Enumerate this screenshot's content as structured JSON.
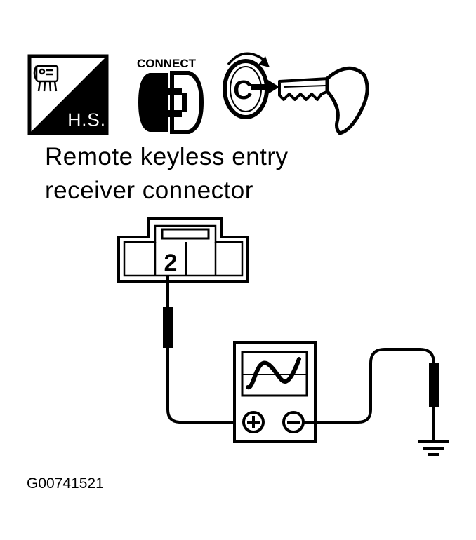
{
  "icons": {
    "hs_label": "H.S.",
    "connect_label": "CONNECT",
    "ignition_symbol": "C",
    "hs_icon": "hand-tester-hs-icon",
    "connect_icon": "connector-connected-icon",
    "key_icon": "ignition-key-icon"
  },
  "caption": {
    "line1": "Remote keyless entry",
    "line2": "receiver connector"
  },
  "connector": {
    "terminal_label": "2"
  },
  "meter": {
    "plus_symbol": "⊕",
    "minus_symbol": "⊖"
  },
  "figure_id": "G00741521"
}
